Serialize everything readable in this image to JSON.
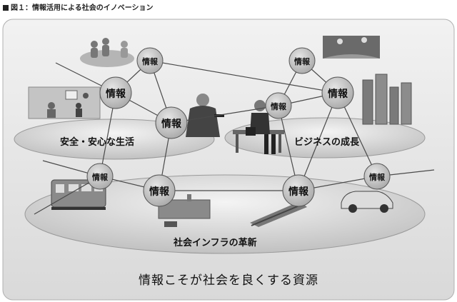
{
  "figure_caption": "図１：情報活用による社会のイノベーション",
  "node_label": "情報",
  "domains": {
    "left": "安全・安心な生活",
    "right": "ビジネスの成長",
    "bottom": "社会インフラの革新"
  },
  "tagline": "情報こそが社会を良くする資源",
  "colors": {
    "frame_bg": "#e6e6e6",
    "node_fill": "#c8c8c8",
    "ellipse_fill": "#d4d4d4",
    "line": "#4a4a4a"
  }
}
